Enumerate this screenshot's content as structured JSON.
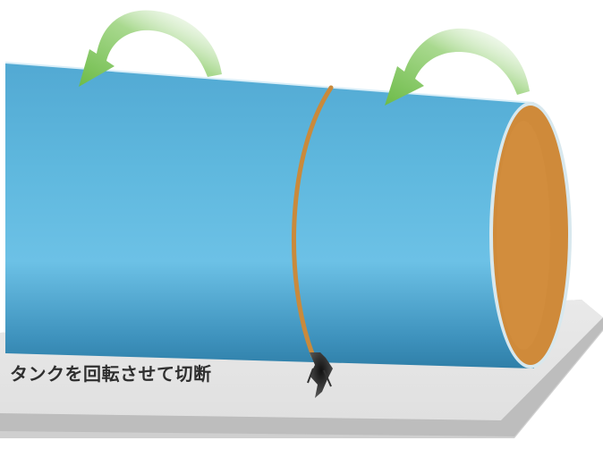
{
  "caption": "タンクを回転させて切断",
  "colors": {
    "tank_body": "#5bb4db",
    "tank_end": "#cf8a3a",
    "cut_line": "#c98a3c",
    "arrow": "#7ac35a",
    "base_plate": "#e4e4e4",
    "caption_text": "#2f2f2f"
  },
  "icons": [
    "rotation-arrow-left",
    "rotation-arrow-right",
    "cutting-torch-icon"
  ]
}
